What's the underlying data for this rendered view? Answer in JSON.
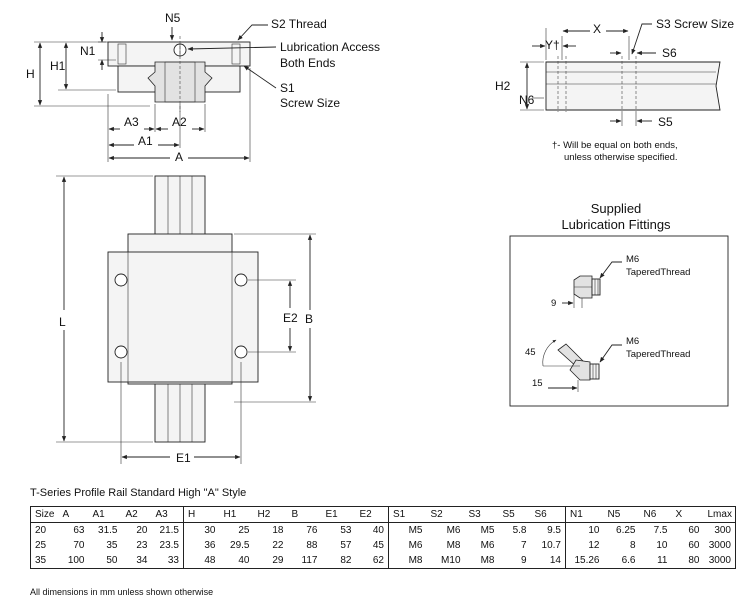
{
  "drawing": {
    "labels": {
      "n5": "N5",
      "s2_thread": "S2 Thread",
      "n1": "N1",
      "lube_access_1": "Lubrication Access",
      "lube_access_2": "Both Ends",
      "h": "H",
      "h1": "H1",
      "s1_1": "S1",
      "s1_2": "Screw Size",
      "a3": "A3",
      "a2": "A2",
      "a1": "A1",
      "a": "A",
      "l": "L",
      "e2": "E2",
      "b": "B",
      "e1": "E1",
      "x": "X",
      "y": "Y†",
      "s3": "S3 Screw Size",
      "s6": "S6",
      "h2": "H2",
      "n6": "N6",
      "s5": "S5",
      "note_1": "†- Will be equal on both ends,",
      "note_2": "unless otherwise specified.",
      "fittings_title_1": "Supplied",
      "fittings_title_2": "Lubrication Fittings",
      "fit1_m": "M6",
      "fit1_thread": "TaperedThread",
      "fit1_dim": "9",
      "fit2_m": "M6",
      "fit2_thread": "TaperedThread",
      "fit2_angle": "45",
      "fit2_dim": "15"
    }
  },
  "table": {
    "title": "T-Series Profile Rail Standard High  \"A\" Style",
    "headers": [
      "Size",
      "A",
      "A1",
      "A2",
      "A3",
      "H",
      "H1",
      "H2",
      "B",
      "E1",
      "E2",
      "S1",
      "S2",
      "S3",
      "S5",
      "S6",
      "N1",
      "N5",
      "N6",
      "X",
      "Lmax"
    ],
    "rows": [
      [
        "20",
        "63",
        "31.5",
        "20",
        "21.5",
        "30",
        "25",
        "18",
        "76",
        "53",
        "40",
        "M5",
        "M6",
        "M5",
        "5.8",
        "9.5",
        "10",
        "6.25",
        "7.5",
        "60",
        "300"
      ],
      [
        "25",
        "70",
        "35",
        "23",
        "23.5",
        "36",
        "29.5",
        "22",
        "88",
        "57",
        "45",
        "M6",
        "M8",
        "M6",
        "7",
        "10.7",
        "12",
        "8",
        "10",
        "60",
        "3000"
      ],
      [
        "35",
        "100",
        "50",
        "34",
        "33",
        "48",
        "40",
        "29",
        "117",
        "82",
        "62",
        "M8",
        "M10",
        "M8",
        "9",
        "14",
        "15.26",
        "6.6",
        "11",
        "80",
        "3000"
      ]
    ],
    "footnote": "All dimensions in mm unless shown otherwise"
  }
}
